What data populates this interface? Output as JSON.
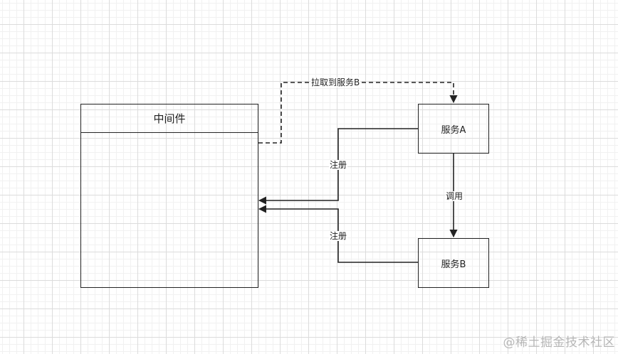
{
  "nodes": {
    "middleware": {
      "label": "中间件"
    },
    "service_a": {
      "label": "服务A"
    },
    "service_b": {
      "label": "服务B"
    }
  },
  "edges": {
    "pull": {
      "label": "拉取到服务B",
      "style": "dashed"
    },
    "register_a": {
      "label": "注册"
    },
    "register_b": {
      "label": "注册"
    },
    "call": {
      "label": "调用"
    }
  },
  "watermark": "@稀土掘金技术社区",
  "colors": {
    "stroke": "#222222",
    "grid_major": "#dcdcdc",
    "grid_minor": "#f1f1f1"
  }
}
